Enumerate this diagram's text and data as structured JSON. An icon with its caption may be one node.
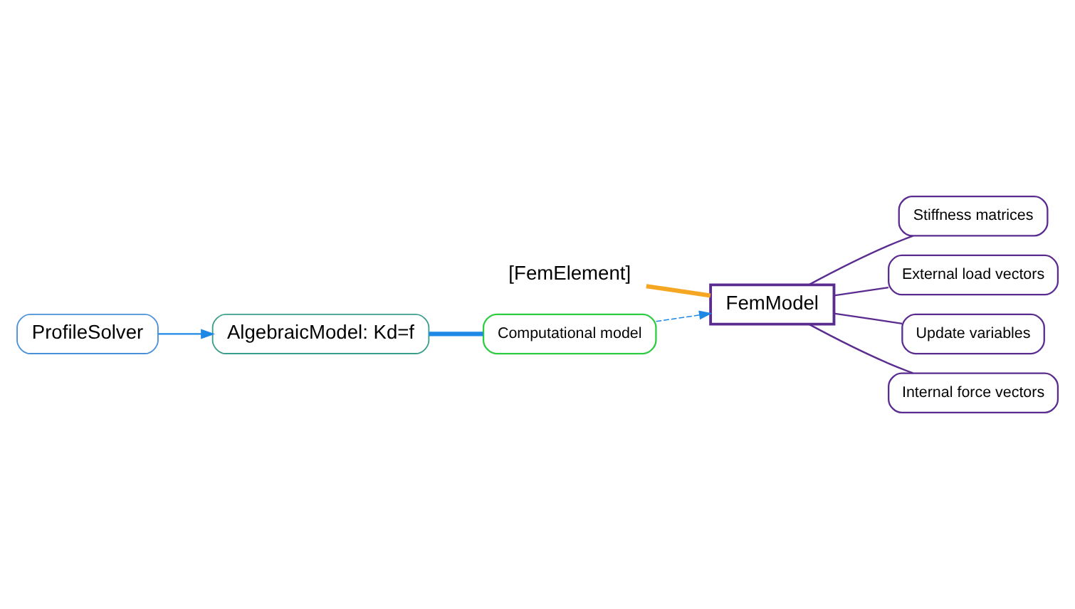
{
  "diagram": {
    "nodes": [
      {
        "text": [
          "AlgebraicModel: Kd=f"
        ]
      },
      {
        "text": [
          "Computational model"
        ]
      },
      {
        "text": [
          "ProfileSolver"
        ]
      },
      {
        "text": [
          "[FemElement]"
        ]
      },
      {
        "text": [
          "FemModel"
        ]
      },
      {
        "text": [
          "Stiffness matrices"
        ]
      },
      {
        "text": [
          "External load vectors"
        ]
      },
      {
        "text": [
          "Update variables"
        ]
      },
      {
        "text": [
          "Internal force vectors"
        ]
      }
    ],
    "edges": [
      {
        "from": 0,
        "to": 1,
        "arrow": "none",
        "style": "thick",
        "color": "#1e88e5"
      },
      {
        "from": 2,
        "to": 0,
        "arrow": "to",
        "color": "#1e88e5"
      },
      {
        "from": 1,
        "to": 4,
        "arrow": "to",
        "style": "dashed",
        "color": "#1e88e5"
      },
      {
        "from": 3,
        "to": 4,
        "arrow": "none",
        "style": "thick",
        "color": "#f5a623"
      },
      {
        "from": 4,
        "to": 5,
        "arrow": "none"
      },
      {
        "from": 4,
        "to": 6,
        "arrow": "none"
      },
      {
        "from": 4,
        "to": 7,
        "arrow": "none"
      },
      {
        "from": 4,
        "to": 8,
        "arrow": "none"
      }
    ]
  }
}
